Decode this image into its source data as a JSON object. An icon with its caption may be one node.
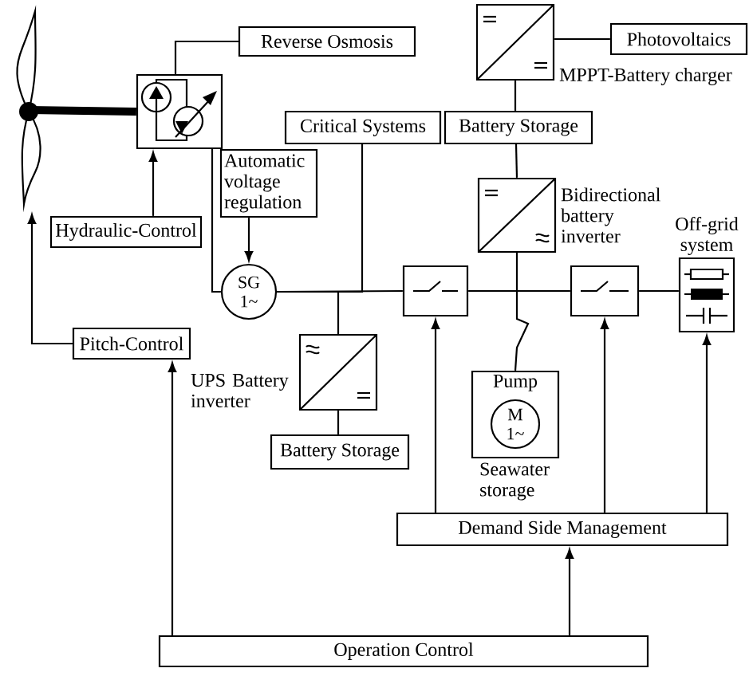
{
  "diagram": {
    "nodes": [
      {
        "text": [],
        "shape": "picture"
      },
      {
        "text": [],
        "shape": "box"
      },
      {
        "text": [
          "Reverse Osmosis"
        ]
      },
      {
        "text": [
          "Hydraulic-Control"
        ]
      },
      {
        "text": [
          "Automatic voltage regulation"
        ]
      },
      {
        "text": [
          "SG 1~"
        ]
      },
      {
        "text": [
          "Pitch-Control"
        ]
      },
      {
        "text": [
          "Critical Systems"
        ]
      },
      {
        "text": [],
        "shape": "box",
        "beside": [
          "MPPT-Battery charger"
        ]
      },
      {
        "text": [
          "Photovoltaics"
        ]
      },
      {
        "text": [
          "Battery Storage"
        ]
      },
      {
        "text": [],
        "shape": "box",
        "beside": [
          "Bidirectional battery inverter"
        ]
      },
      {
        "text": [],
        "shape": "box",
        "beside": [
          "Off-grid system"
        ]
      },
      {
        "text": [],
        "shape": "box",
        "beside": [
          "UPS Battery inverter"
        ]
      },
      {
        "text": [
          "Battery Storage"
        ]
      },
      {
        "text": [],
        "shape": "box"
      },
      {
        "text": [
          "Pump"
        ],
        "beside": [
          "Seawater storage"
        ]
      },
      {
        "text": [
          "M 1~"
        ],
        "in": 16
      },
      {
        "text": [],
        "shape": "box"
      },
      {
        "text": [
          "Demand Side Management"
        ]
      },
      {
        "text": [
          "Operation Control"
        ]
      }
    ],
    "edges": [
      {
        "from": 0,
        "to": 1,
        "arrow": "none",
        "style": "thick"
      },
      {
        "from": 1,
        "to": 2,
        "arrow": "none"
      },
      {
        "from": 3,
        "to": 1,
        "arrow": "to"
      },
      {
        "from": 4,
        "to": 5,
        "arrow": "to"
      },
      {
        "from": 1,
        "to": 5,
        "arrow": "none"
      },
      {
        "from": 6,
        "to": 0,
        "arrow": "to"
      },
      {
        "from": 20,
        "to": 6,
        "arrow": "to"
      },
      {
        "from": 7,
        "to": 5,
        "arrow": "none"
      },
      {
        "from": 13,
        "to": 5,
        "arrow": "none"
      },
      {
        "from": 13,
        "to": 14,
        "arrow": "none"
      },
      {
        "from": 8,
        "to": 9,
        "arrow": "none"
      },
      {
        "from": 8,
        "to": 10,
        "arrow": "none"
      },
      {
        "from": 10,
        "to": 11,
        "arrow": "none"
      },
      {
        "from": 11,
        "to": 16,
        "arrow": "none"
      },
      {
        "from": 5,
        "to": 15,
        "arrow": "none"
      },
      {
        "from": 15,
        "to": 18,
        "arrow": "none"
      },
      {
        "from": 18,
        "to": 12,
        "arrow": "none"
      },
      {
        "from": 19,
        "to": 15,
        "arrow": "to"
      },
      {
        "from": 19,
        "to": 18,
        "arrow": "to"
      },
      {
        "from": 19,
        "to": 12,
        "arrow": "to"
      },
      {
        "from": 20,
        "to": 19,
        "arrow": "to"
      }
    ]
  }
}
